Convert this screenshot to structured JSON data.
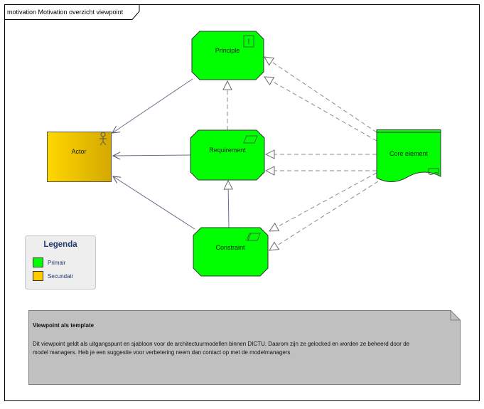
{
  "frame": {
    "title": "motivation Motivation overzicht viewpoint"
  },
  "elements": {
    "principle": {
      "label": "Principle",
      "type_icon": "principle-icon",
      "fill": "#00ff00"
    },
    "requirement": {
      "label": "Requirement",
      "type_icon": "requirement-icon",
      "fill": "#00ff00"
    },
    "constraint": {
      "label": "Constraint",
      "type_icon": "constraint-icon",
      "fill": "#00ff00"
    },
    "actor": {
      "label": "Actor",
      "type_icon": "actor-icon",
      "fill_start": "#ffd700",
      "fill_end": "#d4a800"
    },
    "core_element": {
      "label": "Core element",
      "type_icon": "representation-icon",
      "fill": "#00ff00"
    }
  },
  "legend": {
    "title": "Legenda",
    "items": [
      {
        "label": "Primair",
        "color": "#00ff00"
      },
      {
        "label": "Secundair",
        "color": "#ffcc00"
      }
    ]
  },
  "note": {
    "title": "Viewpoint als template",
    "line1": "Dit viewpoint geldt als uitgangspunt en sjabloon voor de architectuurmodellen binnen DICTU. Daarom zijn ze gelocked en worden ze beheerd door de",
    "line2": "model managers. Heb je een suggestie voor verbetering neem dan contact op met de modelmanagers"
  },
  "colors": {
    "line": "#6b6f8a",
    "dashed": "#8a8a8a",
    "note_fill": "#c0c0c0",
    "note_border": "#808080"
  }
}
